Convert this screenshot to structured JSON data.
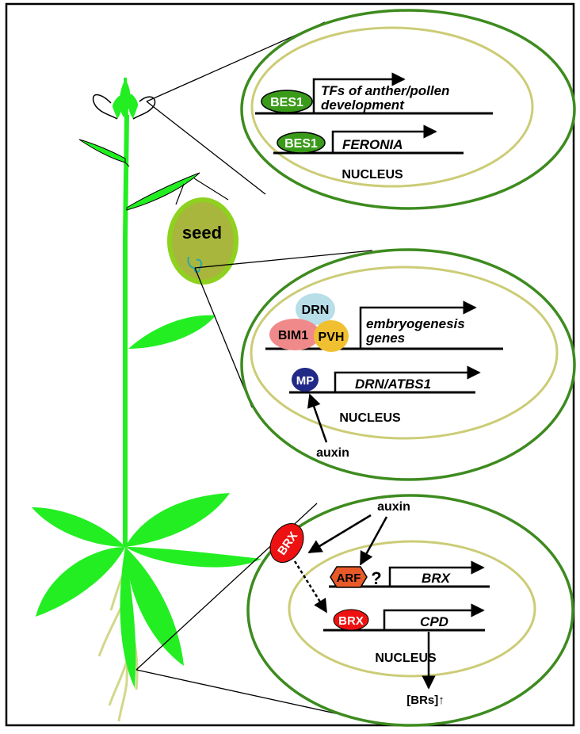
{
  "colors": {
    "plant_green": "#22ee22",
    "outer_cell": "#3d8b1f",
    "nucleus": "#cccc77",
    "seed_fill": "#a8b63e",
    "seed_edge": "#8ed11e",
    "bes1": "#3a9a1a",
    "brx": "#ee1111",
    "arf": "#e85a28",
    "mp": "#222a88",
    "drn": "#b8dee8",
    "bim1": "#f08a8a",
    "pvh": "#f0c030",
    "root": "#d2d88a"
  },
  "seed_label": "seed",
  "panel_top": {
    "gene1_protein": "BES1",
    "gene1_target_line1": "TFs of anther/pollen",
    "gene1_target_line2": "development",
    "gene2_protein": "BES1",
    "gene2_target": "FERONIA",
    "nucleus_label": "NUCLEUS"
  },
  "panel_mid": {
    "drn": "DRN",
    "bim1": "BIM1",
    "pvh": "PVH",
    "gene1_target_line1": "embryogenesis",
    "gene1_target_line2": "genes",
    "mp": "MP",
    "gene2_target": "DRN/ATBS1",
    "nucleus_label": "NUCLEUS",
    "signal": "auxin"
  },
  "panel_bot": {
    "brx_outside": "BRX",
    "signal": "auxin",
    "arf": "ARF",
    "question": "?",
    "gene1_target": "BRX",
    "brx_inside": "BRX",
    "gene2_target": "CPD",
    "nucleus_label": "NUCLEUS",
    "product": "[BRs]↑"
  }
}
